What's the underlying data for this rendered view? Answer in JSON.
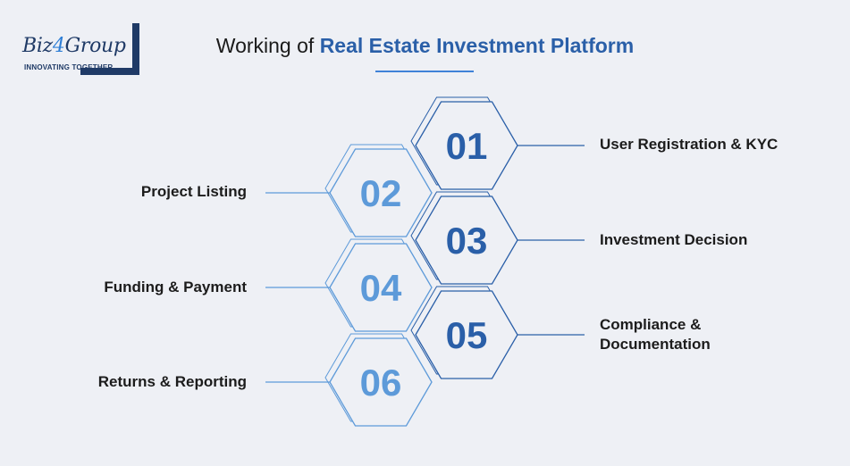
{
  "logo": {
    "brand_prefix": "Biz",
    "brand_four": "4",
    "brand_suffix": "Group",
    "tagline": "INNOVATING TOGETHER"
  },
  "title": {
    "prefix": "Working of ",
    "highlight": "Real Estate Investment Platform"
  },
  "colors": {
    "dark_blue": "#2a5fa8",
    "light_blue": "#5d9ad9",
    "frame_navy": "#1f3a66",
    "background": "#eef0f5"
  },
  "steps": [
    {
      "number": "01",
      "label": "User Registration & KYC",
      "side": "right"
    },
    {
      "number": "02",
      "label": "Project Listing",
      "side": "left"
    },
    {
      "number": "03",
      "label": "Investment Decision",
      "side": "right"
    },
    {
      "number": "04",
      "label": "Funding & Payment",
      "side": "left"
    },
    {
      "number": "05",
      "label": "Compliance & Documentation",
      "side": "right"
    },
    {
      "number": "06",
      "label": "Returns & Reporting",
      "side": "left"
    }
  ]
}
